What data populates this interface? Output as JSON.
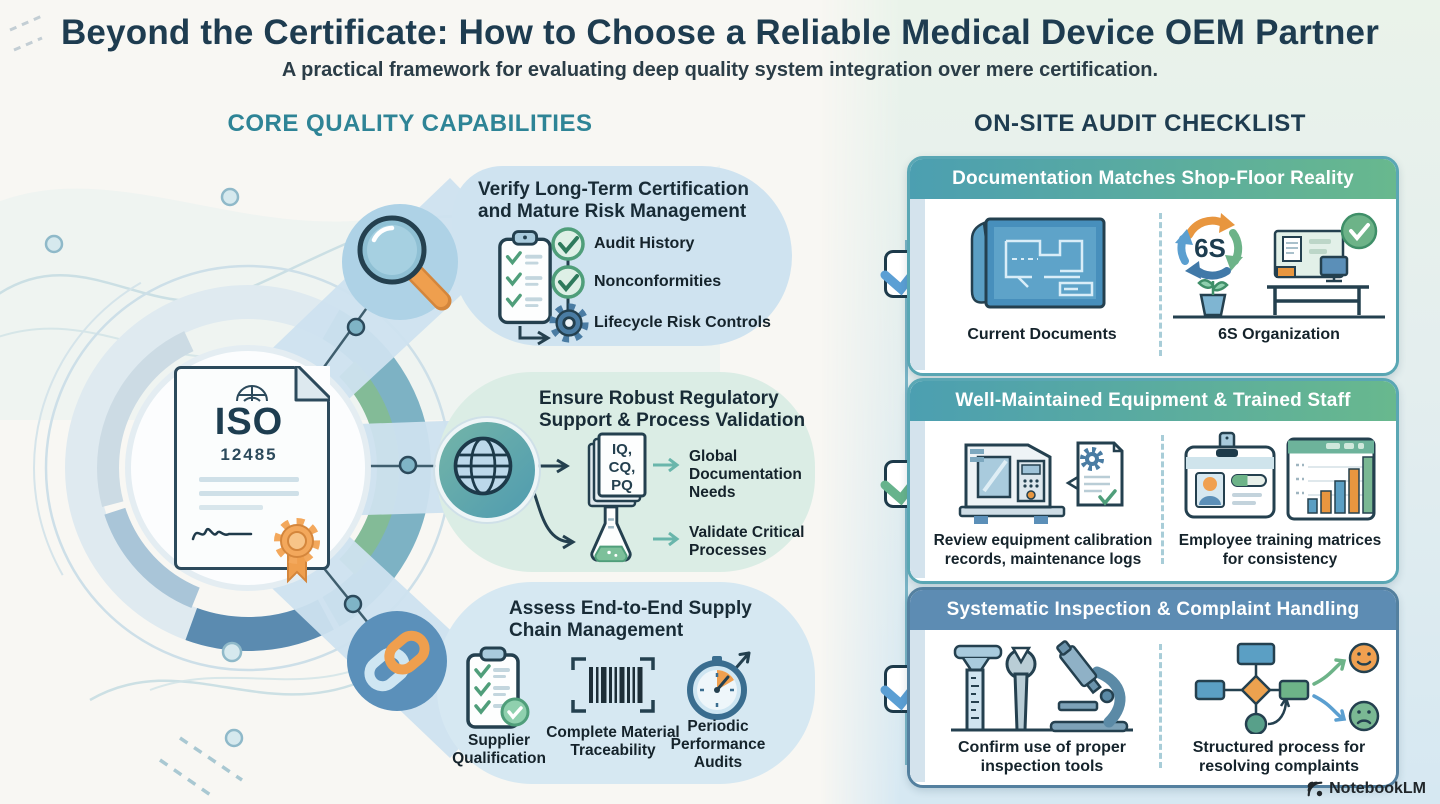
{
  "header": {
    "title": "Beyond the Certificate: How to Choose a Reliable Medical Device OEM Partner",
    "subtitle": "A practical framework for evaluating deep quality system integration over mere certification."
  },
  "left_panel": {
    "heading": "CORE QUALITY CAPABILITIES",
    "certificate": {
      "standard": "ISO",
      "number": "12485"
    },
    "capabilities": [
      {
        "title": "Verify Long-Term Certification and Mature Risk Management",
        "items": [
          "Audit History",
          "Nonconformities",
          "Lifecycle Risk Controls"
        ]
      },
      {
        "title": "Ensure Robust Regulatory Support & Process Validation",
        "doc_lines": [
          "IQ,",
          "CQ,",
          "PQ"
        ],
        "items": [
          "Global Documentation Needs",
          "Validate Critical Processes"
        ]
      },
      {
        "title": "Assess End-to-End Supply Chain Management",
        "items": [
          "Supplier Qualification",
          "Complete Material Traceability",
          "Periodic Performance Audits"
        ]
      }
    ]
  },
  "right_panel": {
    "heading": "ON-SITE AUDIT CHECKLIST",
    "audits": [
      {
        "header": "Documentation Matches Shop-Floor Reality",
        "left_caption": "Current Documents",
        "right_caption": "6S Organization",
        "badge": "6S"
      },
      {
        "header": "Well-Maintained Equipment & Trained Staff",
        "left_caption": "Review equipment calibration records, maintenance logs",
        "right_caption": "Employee training matrices for consistency"
      },
      {
        "header": "Systematic Inspection & Complaint Handling",
        "left_caption": "Confirm use of proper inspection tools",
        "right_caption": "Structured process for resolving complaints"
      }
    ]
  },
  "branding": {
    "name": "NotebookLM"
  },
  "colors": {
    "title_navy": "#1e3c50",
    "teal_heading": "#2e8496",
    "header_gradient_start": "#4c9fb1",
    "header_gradient_end": "#68b88e",
    "steel_blue_header": "#5d8cb3",
    "accent_orange": "#ef9f4e",
    "accent_green": "#6db388",
    "accent_blue": "#5b9fd4"
  }
}
